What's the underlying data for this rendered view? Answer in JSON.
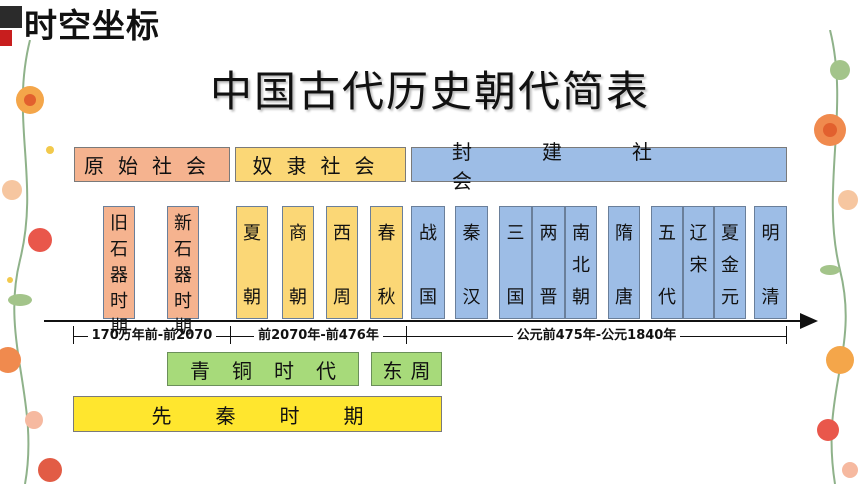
{
  "header": {
    "title": "时空坐标"
  },
  "main_title": "中国古代历史朝代简表",
  "societies": [
    {
      "label": "原始社会"
    },
    {
      "label": "奴隶社会"
    },
    {
      "label": "封建社会"
    }
  ],
  "periods": [
    {
      "label": "旧石器时期",
      "chars": [
        "旧",
        "石",
        "器",
        "时",
        "期"
      ]
    },
    {
      "label": "新石器时期",
      "chars": [
        "新",
        "石",
        "器",
        "时",
        "期"
      ]
    },
    {
      "label": "夏朝",
      "chars": [
        "夏",
        "朝"
      ]
    },
    {
      "label": "商朝",
      "chars": [
        "商",
        "朝"
      ]
    },
    {
      "label": "西周",
      "chars": [
        "西",
        "周"
      ]
    },
    {
      "label": "春秋",
      "chars": [
        "春",
        "秋"
      ]
    },
    {
      "label": "战国",
      "chars": [
        "战",
        "国"
      ]
    },
    {
      "label": "秦汉",
      "chars": [
        "秦",
        "汉"
      ]
    },
    {
      "label": "三国",
      "chars": [
        "三",
        "国"
      ]
    },
    {
      "label": "两晋",
      "chars": [
        "两",
        "晋"
      ]
    },
    {
      "label": "南北朝",
      "chars": [
        "南",
        "北",
        "朝"
      ]
    },
    {
      "label": "隋唐",
      "chars": [
        "隋",
        "唐"
      ]
    },
    {
      "label": "五代",
      "chars": [
        "五",
        "代"
      ]
    },
    {
      "label": "辽宋",
      "chars": [
        "辽",
        "宋"
      ]
    },
    {
      "label": "夏金元",
      "chars": [
        "夏",
        "金",
        "元"
      ]
    },
    {
      "label": "明清",
      "chars": [
        "明",
        "清"
      ]
    }
  ],
  "ranges": [
    {
      "label": "170万年前-前2070"
    },
    {
      "label": "前2070年-前476年"
    },
    {
      "label": "公元前475年-公元1840年"
    }
  ],
  "bronze_age": "青铜时代",
  "eastern_zhou": "东周",
  "pre_qin": "先秦时期",
  "colors": {
    "primitive": "#f5b38f",
    "slave": "#fbd776",
    "feudal": "#9dbde6",
    "bronze": "#a7da7a",
    "pre_qin": "#ffe62e"
  }
}
